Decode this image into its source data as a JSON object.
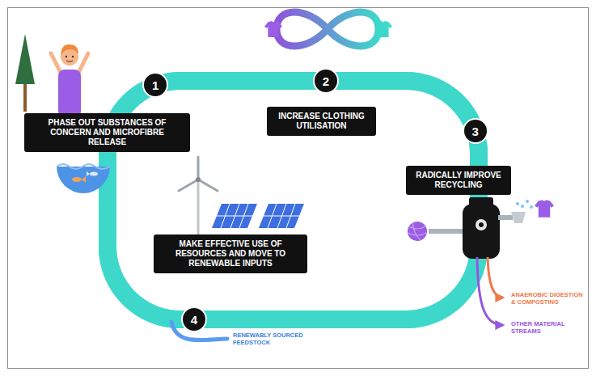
{
  "diagram": {
    "nodes": [
      {
        "text": [
          "1"
        ]
      },
      {
        "text": [
          "PHASE OUT SUBSTANCES OF CONCERN AND MICROFIBRE RELEASE"
        ]
      },
      {
        "text": [
          "2"
        ]
      },
      {
        "text": [
          "INCREASE CLOTHING UTILISATION"
        ]
      },
      {
        "text": [
          "3"
        ]
      },
      {
        "text": [
          "RADICALLY IMPROVE RECYCLING"
        ]
      },
      {
        "text": [
          "4"
        ]
      },
      {
        "text": [
          "MAKE EFFECTIVE USE OF RESOURCES AND MOVE TO RENEWABLE INPUTS"
        ]
      }
    ],
    "edges": [
      {
        "from": 0,
        "to": 2,
        "arrow": "none"
      },
      {
        "from": 2,
        "to": 4,
        "arrow": "none"
      },
      {
        "from": 4,
        "to": 6,
        "arrow": "none"
      },
      {
        "from": 6,
        "to": 0,
        "arrow": "none"
      }
    ],
    "labels": [
      "RENEWABLY SOURCED FEEDSTOCK",
      "ANAEROBIC DIGESTION & COMPOSTING",
      "OTHER MATERIAL STREAMS"
    ]
  }
}
